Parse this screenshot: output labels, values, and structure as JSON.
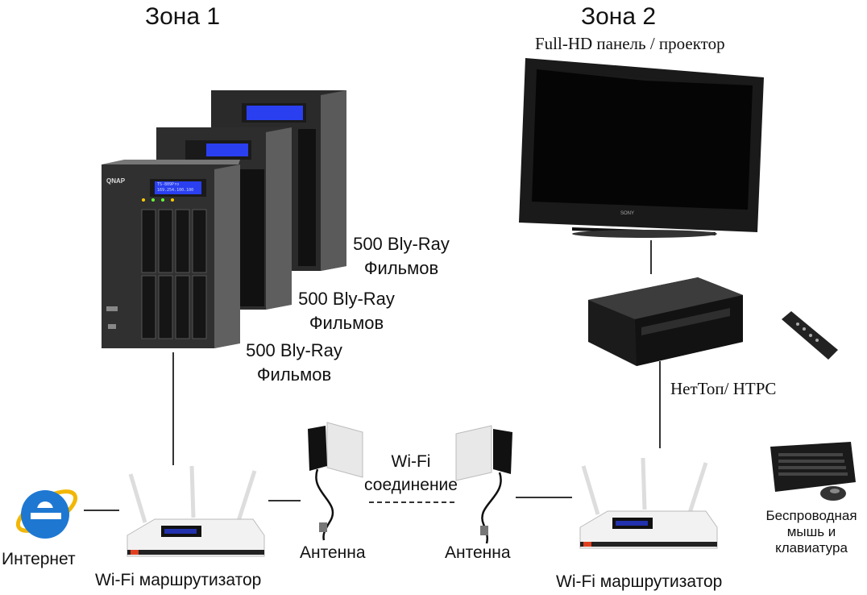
{
  "zones": {
    "zone1_title": "Зона 1",
    "zone2_title": "Зона 2",
    "zone2_subtitle": "Full-HD панель / проектор"
  },
  "nas": {
    "unit_back_line1": "500 Bly-Ray",
    "unit_back_line2": "Фильмов",
    "unit_mid_line1": "500 Bly-Ray",
    "unit_mid_line2": "Фильмов",
    "unit_front_line1": "500 Bly-Ray",
    "unit_front_line2": "Фильмов",
    "brand": "QNAP",
    "lcd_line1": "TS-809Pro",
    "lcd_line2": "169.254.100.100"
  },
  "tv": {
    "brand": "SONY"
  },
  "nettop": {
    "label": "НетТоп/ HTPC"
  },
  "internet": {
    "label": "Интернет"
  },
  "router_left": {
    "label": "Wi-Fi маршрутизатор"
  },
  "router_right": {
    "label": "Wi-Fi маршрутизатор"
  },
  "antenna_left": {
    "label": "Антенна"
  },
  "antenna_right": {
    "label": "Антенна"
  },
  "wifi_link": {
    "line1": "Wi-Fi",
    "line2": "соединение"
  },
  "keyboard": {
    "line1": "Беспроводная",
    "line2": "мышь и",
    "line3": "клавиатура"
  },
  "colors": {
    "ie_blue": "#1e78d2",
    "ie_ring": "#f2b705",
    "lcd_blue": "#2a3ff0",
    "device_dark": "#1c1c1c"
  }
}
